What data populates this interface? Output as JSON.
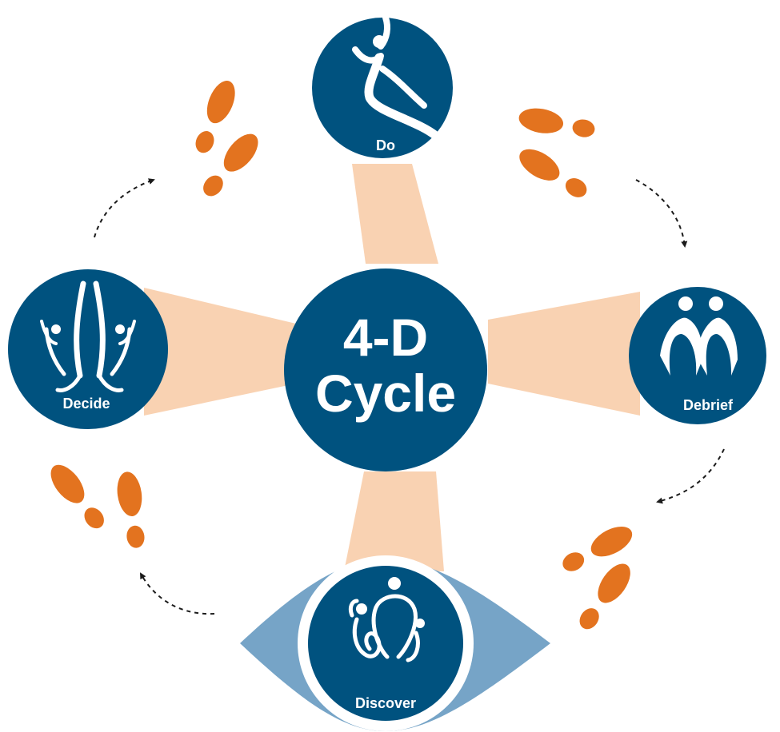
{
  "center": {
    "line1": "4-D",
    "line2": "Cycle"
  },
  "stages": {
    "do": {
      "label": "Do"
    },
    "debrief": {
      "label": "Debrief"
    },
    "discover": {
      "label": "Discover"
    },
    "decide": {
      "label": "Decide"
    }
  },
  "colors": {
    "circle": "#00527f",
    "beam": "#f9d2b2",
    "eye": "#76a4c7",
    "footprint": "#e3731f",
    "arrow": "#1b1b1b",
    "text": "#ffffff"
  },
  "icons": {
    "do": "jumping-figure-icon",
    "debrief": "two-people-icon",
    "discover": "family-group-icon",
    "decide": "raised-arms-figures-icon"
  }
}
